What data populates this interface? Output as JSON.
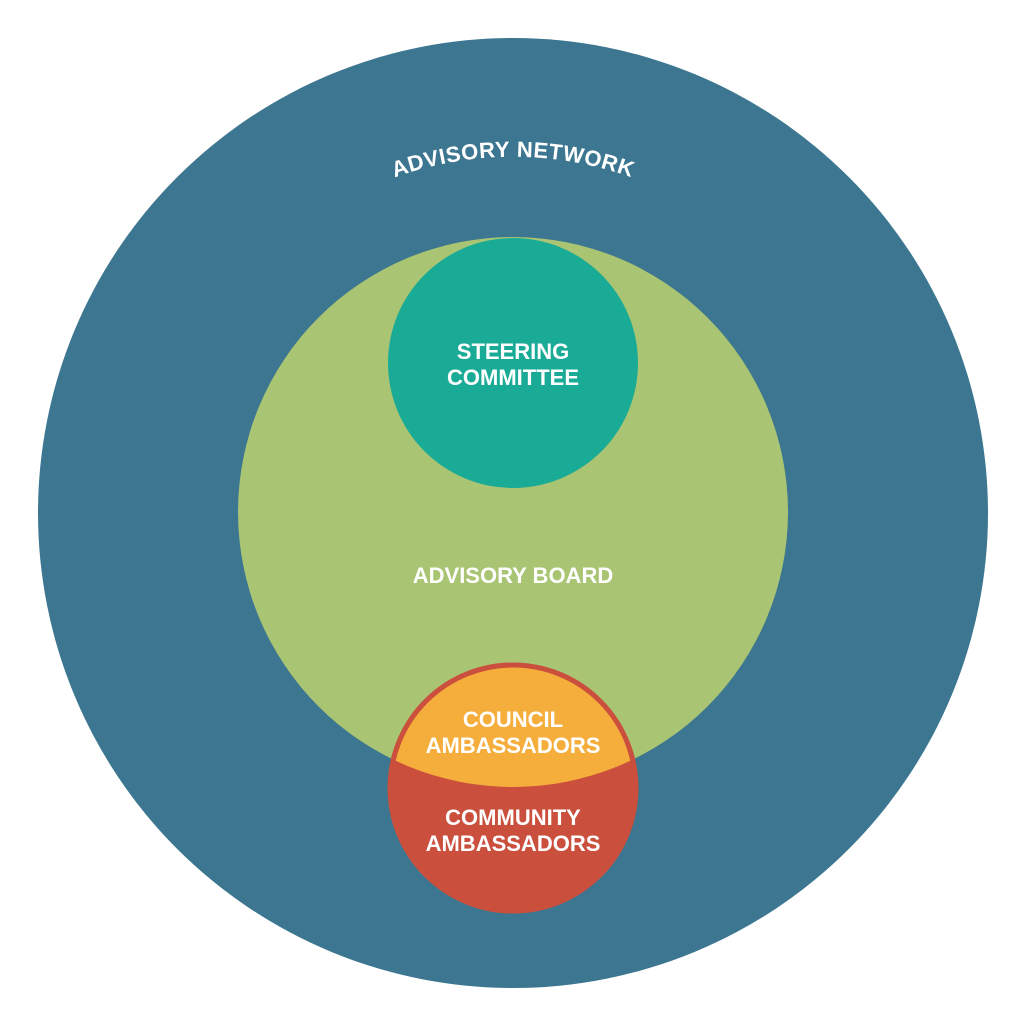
{
  "colors": {
    "network": "#3c7690",
    "board": "#a9c472",
    "steering": "#1aab96",
    "council": "#f5ae3c",
    "community": "#ca4f3d",
    "text": "#ffffff"
  },
  "labels": {
    "network": "ADVISORY NETWORK",
    "board": "ADVISORY BOARD",
    "steering_line1": "STEERING",
    "steering_line2": "COMMITTEE",
    "council_line1": "COUNCIL",
    "council_line2": "AMBASSADORS",
    "community_line1": "COMMUNITY",
    "community_line2": "AMBASSADORS"
  }
}
